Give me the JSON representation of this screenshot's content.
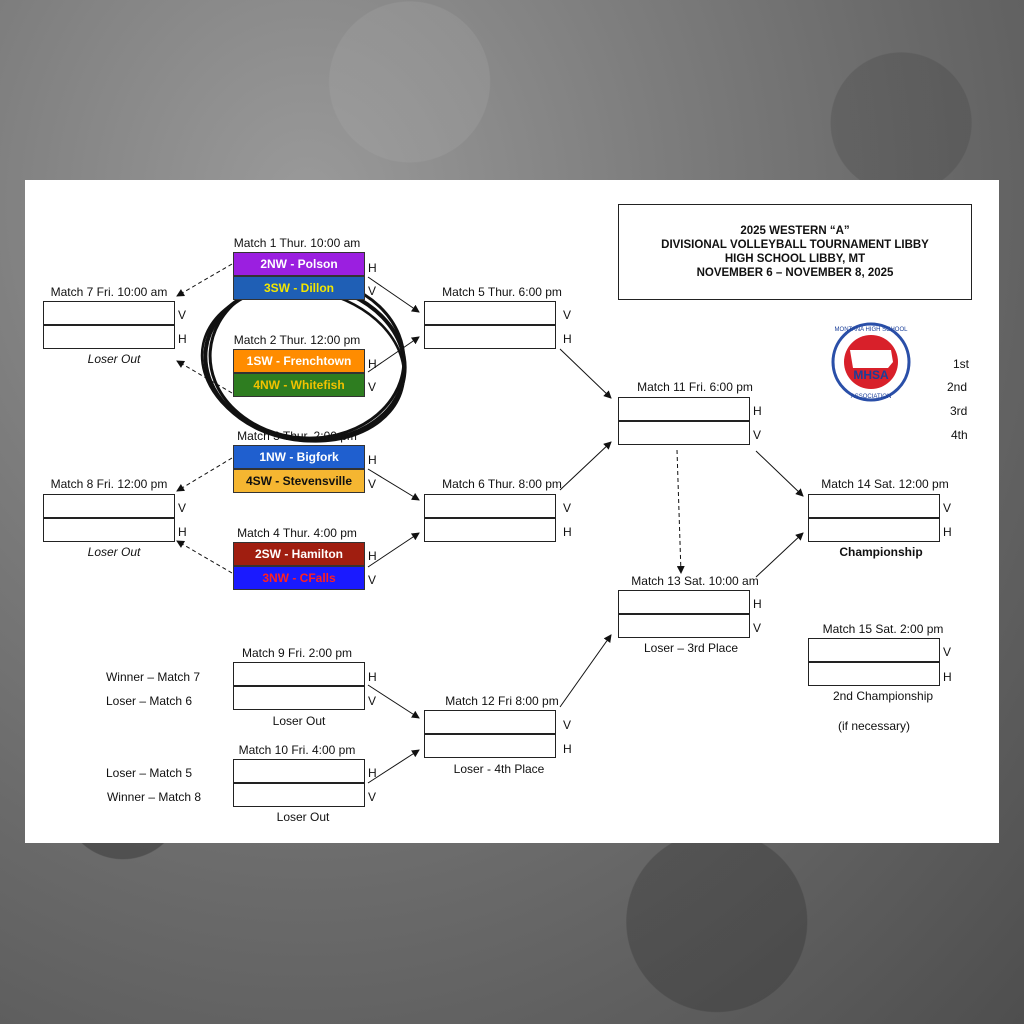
{
  "title": {
    "line1": "2025 WESTERN “A”",
    "line2": "DIVISIONAL VOLLEYBALL TOURNAMENT LIBBY",
    "line3": "HIGH SCHOOL  LIBBY, MT",
    "line4": "NOVEMBER 6 – NOVEMBER 8, 2025"
  },
  "logo": {
    "text_top": "MONTANA HIGH SCHOOL",
    "text_mid": "MHSA",
    "text_bottom": "ASSOCIATION"
  },
  "placings": [
    "1st",
    "2nd",
    "3rd",
    "4th"
  ],
  "matches": {
    "m1": "Match 1 Thur. 10:00 am",
    "m2": "Match 2 Thur. 12:00 pm",
    "m3": "Match 3 Thur. 2:00 pm",
    "m4": "Match 4 Thur. 4:00 pm",
    "m5": "Match 5 Thur. 6:00 pm",
    "m6": "Match 6 Thur. 8:00 pm",
    "m7": "Match 7 Fri. 10:00 am",
    "m8": "Match 8 Fri. 12:00 pm",
    "m9": "Match 9 Fri. 2:00 pm",
    "m10": "Match 10 Fri. 4:00 pm",
    "m11": "Match 11 Fri. 6:00 pm",
    "m12": "Match 12 Fri 8:00 pm",
    "m13": "Match 13 Sat. 10:00 am",
    "m14": "Match 14 Sat. 12:00 pm",
    "m15": "Match 15 Sat. 2:00 pm"
  },
  "teams": {
    "m1_h": "2NW - Polson",
    "m1_v": "3SW - Dillon",
    "m2_h": "1SW - Frenchtown",
    "m2_v": "4NW - Whitefish",
    "m3_h": "1NW - Bigfork",
    "m3_v": "4SW - Stevensville",
    "m4_h": "2SW - Hamilton",
    "m4_v": "3NW - CFalls"
  },
  "team_colors": {
    "polson": {
      "bg": "#9b1fe0",
      "fg": "#ffffff"
    },
    "dillon": {
      "bg": "#1f5fb5",
      "fg": "#f2e600"
    },
    "frenchtown": {
      "bg": "#ff8c00",
      "fg": "#ffffff"
    },
    "whitefish": {
      "bg": "#2e7d20",
      "fg": "#f2c200"
    },
    "bigfork": {
      "bg": "#1f5fcf",
      "fg": "#ffffff"
    },
    "stevensville": {
      "bg": "#f5b631",
      "fg": "#111111"
    },
    "hamilton": {
      "bg": "#a01e10",
      "fg": "#ffffff"
    },
    "cfalls": {
      "bg": "#1a1aff",
      "fg": "#ff2020"
    }
  },
  "side_labels": {
    "h": "H",
    "v": "V"
  },
  "notes": {
    "loser_out": "Loser Out",
    "winner_m7": "Winner – Match 7",
    "loser_m6": "Loser – Match 6",
    "loser_m5": "Loser – Match 5",
    "winner_m8": "Winner – Match 8",
    "loser_4th": "Loser - 4th Place",
    "loser_3rd": "Loser – 3rd Place",
    "championship": "Championship",
    "second_championship": "2nd Championship",
    "if_necessary": "(if necessary)"
  }
}
